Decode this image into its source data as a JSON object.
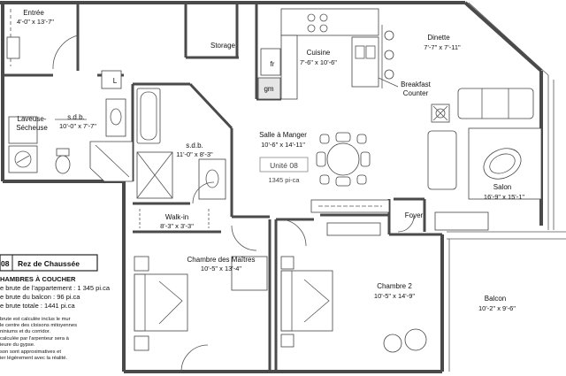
{
  "plan": {
    "unit_label": "Unité 08",
    "unit_area": "1345 pi-ca",
    "rooms": {
      "entree": {
        "name": "Entrée",
        "dim": "4'-0\" x 13'-7\""
      },
      "storage": {
        "name": "Storage"
      },
      "cuisine": {
        "name": "Cuisine",
        "dim": "7'-6\" x 10'-6\""
      },
      "dinette": {
        "name": "Dinette",
        "dim": "7'-7\" x 7'-11\""
      },
      "fr": {
        "name": "fr"
      },
      "gm": {
        "name": "gm"
      },
      "breakfast": {
        "line1": "Breakfast",
        "line2": "Counter"
      },
      "laveuse": {
        "line1": "Laveuse-",
        "line2": "Sécheuse"
      },
      "sdb1": {
        "name": "s.d.b.",
        "dim": "10'-0\" x 7'-7\""
      },
      "sdb2": {
        "name": "s.d.b.",
        "dim": "11'-0\" x 8'-3\""
      },
      "l": {
        "name": "L"
      },
      "salle": {
        "name": "Salle à Manger",
        "dim": "10'-6\" x 14'-11\""
      },
      "salon": {
        "name": "Salon",
        "dim": "16'-9\" x 15'-1\""
      },
      "walkin": {
        "name": "Walk-in",
        "dim": "8'-3\" x 3'-3\""
      },
      "foyer": {
        "name": "Foyer"
      },
      "maitres": {
        "name": "Chambre des Maîtres",
        "dim": "10'-5\" x 13'-4\""
      },
      "chambre2": {
        "name": "Chambre 2",
        "dim": "10'-5\" x 14'-9\""
      },
      "balcon": {
        "name": "Balcon",
        "dim": "10'-2\" x 9'-6\""
      }
    }
  },
  "legend": {
    "number": "08",
    "title": "Rez de Chaussée",
    "subtitle": "HAMBRES À COUCHER",
    "lines": [
      "e brute de l'appartement : 1 345 pi.ca",
      "e brute du balcon : 96 pi.ca",
      "e brute totale : 1441 pi.ca"
    ],
    "notes": [
      "brute est calculée inclus le mur",
      "le centre des cloisons mitoyennes",
      "niniums et du corridor.",
      "calculée par l'arpenteur sera à",
      "ieure du gypse.",
      "son sont approximatives et",
      "ier légèrement avec la réalité."
    ]
  }
}
